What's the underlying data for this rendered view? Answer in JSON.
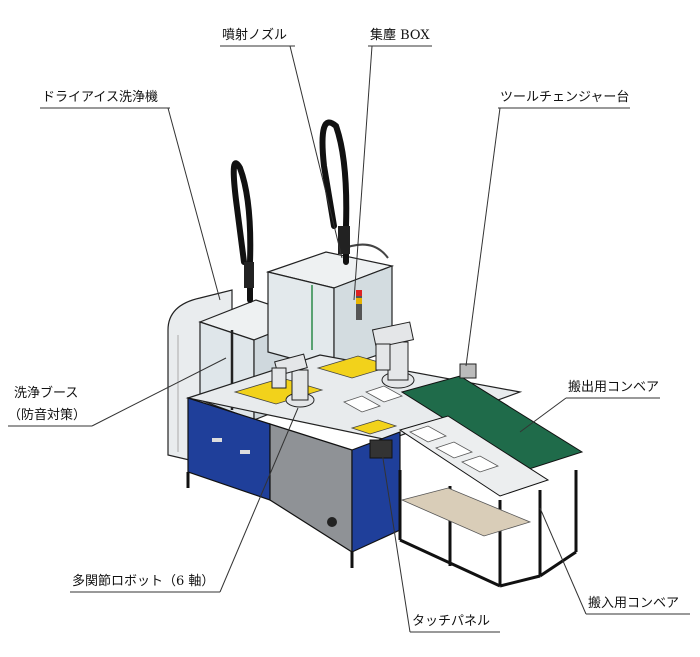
{
  "labels": {
    "nozzle": "噴射ノズル",
    "dust_box": "集塵 BOX",
    "dry_ice": "ドライアイス洗浄機",
    "tool_changer": "ツールチェンジャー台",
    "booth_line1": "洗浄ブース",
    "booth_line2": "（防音対策）",
    "out_conveyor": "搬出用コンベア",
    "robot": "多関節ロボット（6 軸）",
    "touch_panel": "タッチパネル",
    "in_conveyor": "搬入用コンベア"
  },
  "colors": {
    "panel_blue": "#1f3f9a",
    "frame": "#1a1a1a",
    "glass": "#dfe6ea",
    "conveyor_green": "#1f6b4a",
    "yellow": "#f2d21b",
    "grey_panel": "#8f9296",
    "shelf": "#d9cdb8"
  }
}
